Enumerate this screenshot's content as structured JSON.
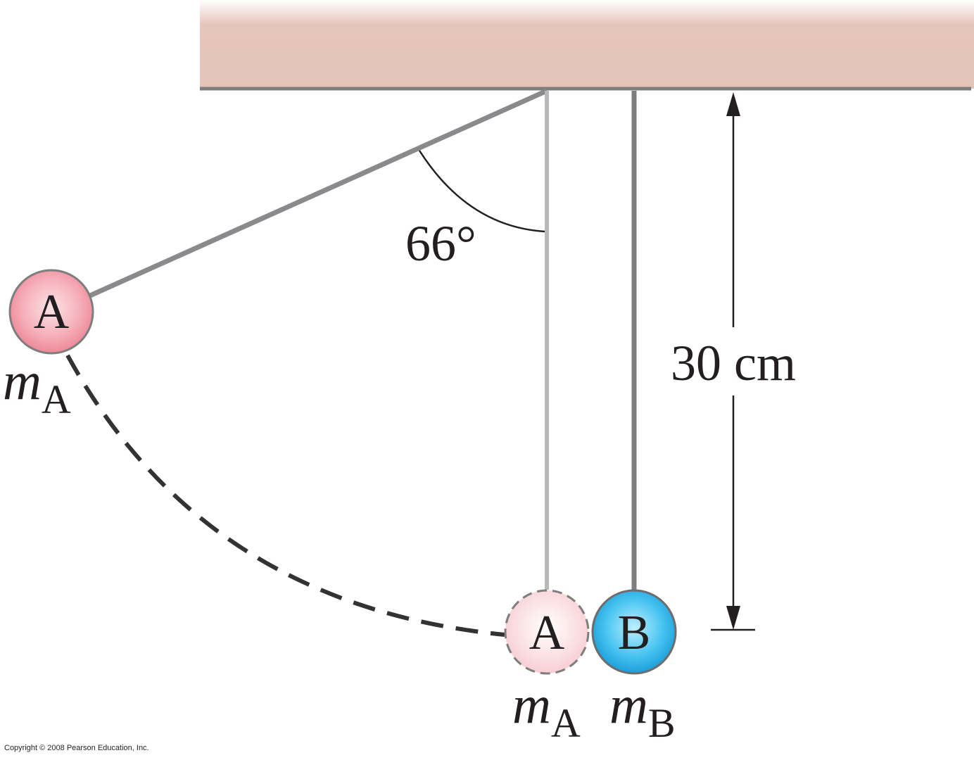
{
  "diagram": {
    "angle_label": "66°",
    "length_label": "30 cm",
    "ball_a_label": "A",
    "ball_b_label": "B",
    "mass_symbol": "m",
    "mass_a_subscript": "A",
    "mass_b_subscript": "B"
  },
  "colors": {
    "ceiling": "#e6c5bb",
    "ceiling_edge": "#7e7d7f",
    "string_raised": "#8a8a8c",
    "string_rest": "#b9b9bb",
    "ball_a": "#f08a98",
    "ball_a_ghost": "#f9d3d8",
    "ball_b": "#1fa8e0",
    "path": "#333333",
    "text": "#231f20"
  },
  "footer": {
    "copyright": "Copyright © 2008 Pearson Education, Inc."
  }
}
